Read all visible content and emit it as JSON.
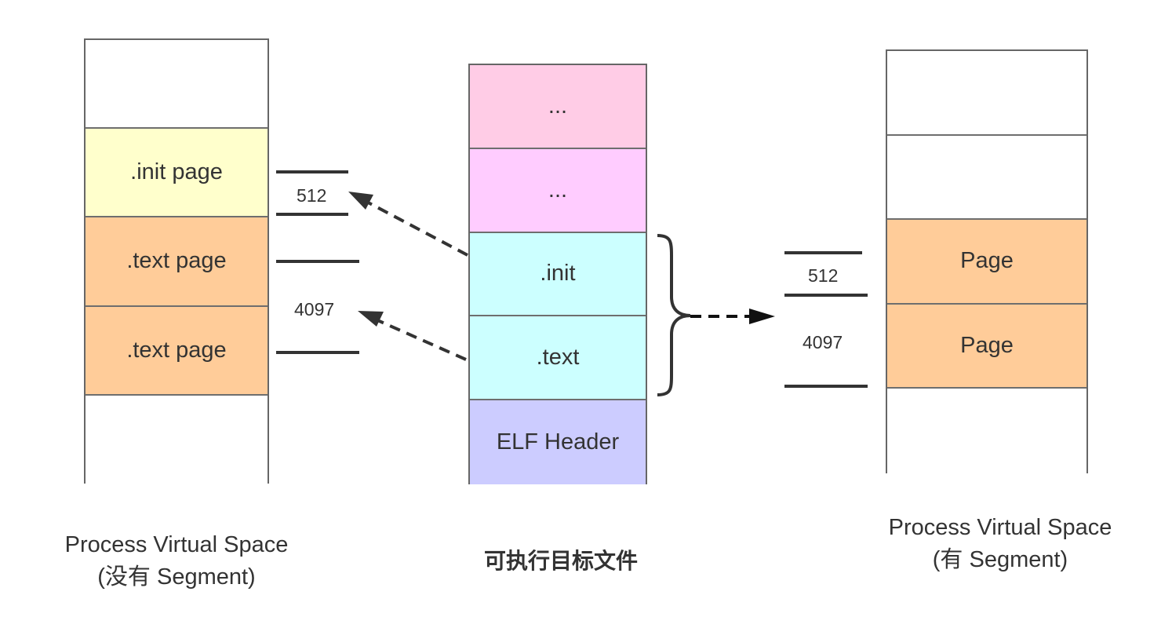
{
  "left_panel": {
    "caption_line1": "Process Virtual Space",
    "caption_line2": "(没有 Segment)",
    "cells": [
      {
        "label": "",
        "color": "#ffffff"
      },
      {
        "label": ".init page",
        "color": "#ffffcc"
      },
      {
        "label": ".text page",
        "color": "#ffcc99"
      },
      {
        "label": ".text page",
        "color": "#ffcc99"
      },
      {
        "label": "",
        "color": "#ffffff"
      }
    ],
    "sizes": [
      "512",
      "4097"
    ]
  },
  "middle_panel": {
    "caption": "可执行目标文件",
    "cells": [
      {
        "label": "...",
        "color": "#ffcce6"
      },
      {
        "label": "...",
        "color": "#ffccff"
      },
      {
        "label": ".init",
        "color": "#ccffff"
      },
      {
        "label": ".text",
        "color": "#ccffff"
      },
      {
        "label": "ELF Header",
        "color": "#ccccff"
      }
    ]
  },
  "right_panel": {
    "caption_line1": "Process Virtual Space",
    "caption_line2": "(有 Segment)",
    "cells": [
      {
        "label": "",
        "color": "#ffffff"
      },
      {
        "label": "",
        "color": "#ffffff"
      },
      {
        "label": "Page",
        "color": "#ffcc99"
      },
      {
        "label": "Page",
        "color": "#ffcc99"
      },
      {
        "label": "",
        "color": "#ffffff"
      }
    ],
    "sizes": [
      "512",
      "4097"
    ]
  },
  "colors": {
    "border": "#666666",
    "line": "#333333",
    "text": "#333333"
  },
  "icons": {
    "arrow": "dashed-arrow",
    "brace": "right-curly-brace"
  }
}
